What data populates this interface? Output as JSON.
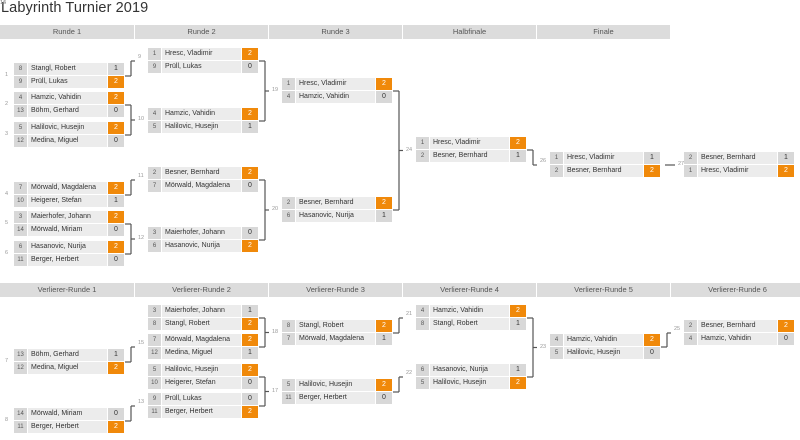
{
  "title": "Labyrinth Turnier 2019",
  "colors": {
    "winner_score": "#f0890a",
    "header_bg": "#dcdcdc",
    "name_bg": "#ececec",
    "cell_bg": "#d8d8d8",
    "connector": "#555555"
  },
  "winners_bracket": {
    "rounds": [
      "Runde 1",
      "Runde 2",
      "Runde 3",
      "Halbfinale",
      "Finale"
    ],
    "matches": [
      {
        "id": "1",
        "round": 0,
        "label": "1",
        "players": [
          {
            "seed": "8",
            "name": "Stangl, Robert",
            "score": "1",
            "win": false
          },
          {
            "seed": "9",
            "name": "Prüll, Lukas",
            "score": "2",
            "win": true
          }
        ]
      },
      {
        "id": "2",
        "round": 0,
        "label": "2",
        "players": [
          {
            "seed": "4",
            "name": "Hamzic, Vahidin",
            "score": "2",
            "win": true
          },
          {
            "seed": "13",
            "name": "Böhm, Gerhard",
            "score": "0",
            "win": false
          }
        ]
      },
      {
        "id": "3",
        "round": 0,
        "label": "3",
        "players": [
          {
            "seed": "5",
            "name": "Halilovic, Husejin",
            "score": "2",
            "win": true
          },
          {
            "seed": "12",
            "name": "Medina, Miguel",
            "score": "0",
            "win": false
          }
        ]
      },
      {
        "id": "4",
        "round": 0,
        "label": "4",
        "players": [
          {
            "seed": "7",
            "name": "Mörwald, Magdalena",
            "score": "2",
            "win": true
          },
          {
            "seed": "10",
            "name": "Heigerer, Stefan",
            "score": "1",
            "win": false
          }
        ]
      },
      {
        "id": "5",
        "round": 0,
        "label": "5",
        "players": [
          {
            "seed": "3",
            "name": "Maierhofer, Johann",
            "score": "2",
            "win": true
          },
          {
            "seed": "14",
            "name": "Mörwald, Miriam",
            "score": "0",
            "win": false
          }
        ]
      },
      {
        "id": "6",
        "round": 0,
        "label": "6",
        "players": [
          {
            "seed": "6",
            "name": "Hasanovic, Nurija",
            "score": "2",
            "win": true
          },
          {
            "seed": "11",
            "name": "Berger, Herbert",
            "score": "0",
            "win": false
          }
        ]
      },
      {
        "id": "9",
        "round": 1,
        "label": "9",
        "players": [
          {
            "seed": "1",
            "name": "Hresc, Vladimir",
            "score": "2",
            "win": true
          },
          {
            "seed": "9",
            "name": "Prüll, Lukas",
            "score": "0",
            "win": false
          }
        ]
      },
      {
        "id": "10",
        "round": 1,
        "label": "10",
        "players": [
          {
            "seed": "4",
            "name": "Hamzic, Vahidin",
            "score": "2",
            "win": true
          },
          {
            "seed": "5",
            "name": "Halilovic, Husejin",
            "score": "1",
            "win": false
          }
        ]
      },
      {
        "id": "11",
        "round": 1,
        "label": "11",
        "players": [
          {
            "seed": "2",
            "name": "Besner, Bernhard",
            "score": "2",
            "win": true
          },
          {
            "seed": "7",
            "name": "Mörwald, Magdalena",
            "score": "0",
            "win": false
          }
        ]
      },
      {
        "id": "12",
        "round": 1,
        "label": "12",
        "players": [
          {
            "seed": "3",
            "name": "Maierhofer, Johann",
            "score": "0",
            "win": false
          },
          {
            "seed": "6",
            "name": "Hasanovic, Nurija",
            "score": "2",
            "win": true
          }
        ]
      },
      {
        "id": "19",
        "round": 2,
        "label": "19",
        "players": [
          {
            "seed": "1",
            "name": "Hresc, Vladimir",
            "score": "2",
            "win": true
          },
          {
            "seed": "4",
            "name": "Hamzic, Vahidin",
            "score": "0",
            "win": false
          }
        ]
      },
      {
        "id": "20",
        "round": 2,
        "label": "20",
        "players": [
          {
            "seed": "2",
            "name": "Besner, Bernhard",
            "score": "2",
            "win": true
          },
          {
            "seed": "6",
            "name": "Hasanovic, Nurija",
            "score": "1",
            "win": false
          }
        ]
      },
      {
        "id": "24",
        "round": 3,
        "label": "24",
        "players": [
          {
            "seed": "1",
            "name": "Hresc, Vladimir",
            "score": "2",
            "win": true
          },
          {
            "seed": "2",
            "name": "Besner, Bernhard",
            "score": "1",
            "win": false
          }
        ]
      },
      {
        "id": "26",
        "round": 4,
        "label": "26",
        "players": [
          {
            "seed": "1",
            "name": "Hresc, Vladimir",
            "score": "1",
            "win": false
          },
          {
            "seed": "2",
            "name": "Besner, Bernhard",
            "score": "2",
            "win": true
          }
        ]
      },
      {
        "id": "27",
        "round": 5,
        "label": "27",
        "players": [
          {
            "seed": "2",
            "name": "Besner, Bernhard",
            "score": "1",
            "win": false
          },
          {
            "seed": "1",
            "name": "Hresc, Vladimir",
            "score": "2",
            "win": true
          }
        ]
      }
    ]
  },
  "losers_bracket": {
    "rounds": [
      "Verlierer-Runde 1",
      "Verlierer-Runde 2",
      "Verlierer-Runde 3",
      "Verlierer-Runde 4",
      "Verlierer-Runde 5",
      "Verlierer-Runde 6"
    ],
    "matches": [
      {
        "id": "7",
        "round": 0,
        "label": "7",
        "players": [
          {
            "seed": "13",
            "name": "Böhm, Gerhard",
            "score": "1",
            "win": false
          },
          {
            "seed": "12",
            "name": "Medina, Miguel",
            "score": "2",
            "win": true
          }
        ]
      },
      {
        "id": "8",
        "round": 0,
        "label": "8",
        "players": [
          {
            "seed": "14",
            "name": "Mörwald, Miriam",
            "score": "0",
            "win": false
          },
          {
            "seed": "11",
            "name": "Berger, Herbert",
            "score": "2",
            "win": true
          }
        ]
      },
      {
        "id": "16",
        "round": 1,
        "label": "16",
        "players": [
          {
            "seed": "3",
            "name": "Maierhofer, Johann",
            "score": "1",
            "win": false
          },
          {
            "seed": "8",
            "name": "Stangl, Robert",
            "score": "2",
            "win": true
          }
        ]
      },
      {
        "id": "15",
        "round": 1,
        "label": "15",
        "players": [
          {
            "seed": "7",
            "name": "Mörwald, Magdalena",
            "score": "2",
            "win": true
          },
          {
            "seed": "12",
            "name": "Medina, Miguel",
            "score": "1",
            "win": false
          }
        ]
      },
      {
        "id": "14",
        "round": 1,
        "label": "14",
        "players": [
          {
            "seed": "5",
            "name": "Halilovic, Husejin",
            "score": "2",
            "win": true
          },
          {
            "seed": "10",
            "name": "Heigerer, Stefan",
            "score": "0",
            "win": false
          }
        ]
      },
      {
        "id": "13",
        "round": 1,
        "label": "13",
        "players": [
          {
            "seed": "9",
            "name": "Prüll, Lukas",
            "score": "0",
            "win": false
          },
          {
            "seed": "11",
            "name": "Berger, Herbert",
            "score": "2",
            "win": true
          }
        ]
      },
      {
        "id": "18",
        "round": 2,
        "label": "18",
        "players": [
          {
            "seed": "8",
            "name": "Stangl, Robert",
            "score": "2",
            "win": true
          },
          {
            "seed": "7",
            "name": "Mörwald, Magdalena",
            "score": "1",
            "win": false
          }
        ]
      },
      {
        "id": "17",
        "round": 2,
        "label": "17",
        "players": [
          {
            "seed": "5",
            "name": "Halilovic, Husejin",
            "score": "2",
            "win": true
          },
          {
            "seed": "11",
            "name": "Berger, Herbert",
            "score": "0",
            "win": false
          }
        ]
      },
      {
        "id": "21",
        "round": 3,
        "label": "21",
        "players": [
          {
            "seed": "4",
            "name": "Hamzic, Vahidin",
            "score": "2",
            "win": true
          },
          {
            "seed": "8",
            "name": "Stangl, Robert",
            "score": "1",
            "win": false
          }
        ]
      },
      {
        "id": "22",
        "round": 3,
        "label": "22",
        "players": [
          {
            "seed": "6",
            "name": "Hasanovic, Nurija",
            "score": "1",
            "win": false
          },
          {
            "seed": "5",
            "name": "Halilovic, Husejin",
            "score": "2",
            "win": true
          }
        ]
      },
      {
        "id": "23",
        "round": 4,
        "label": "23",
        "players": [
          {
            "seed": "4",
            "name": "Hamzic, Vahidin",
            "score": "2",
            "win": true
          },
          {
            "seed": "5",
            "name": "Halilovic, Husejin",
            "score": "0",
            "win": false
          }
        ]
      },
      {
        "id": "25",
        "round": 5,
        "label": "25",
        "players": [
          {
            "seed": "2",
            "name": "Besner, Bernhard",
            "score": "2",
            "win": true
          },
          {
            "seed": "4",
            "name": "Hamzic, Vahidin",
            "score": "0",
            "win": false
          }
        ]
      }
    ]
  }
}
